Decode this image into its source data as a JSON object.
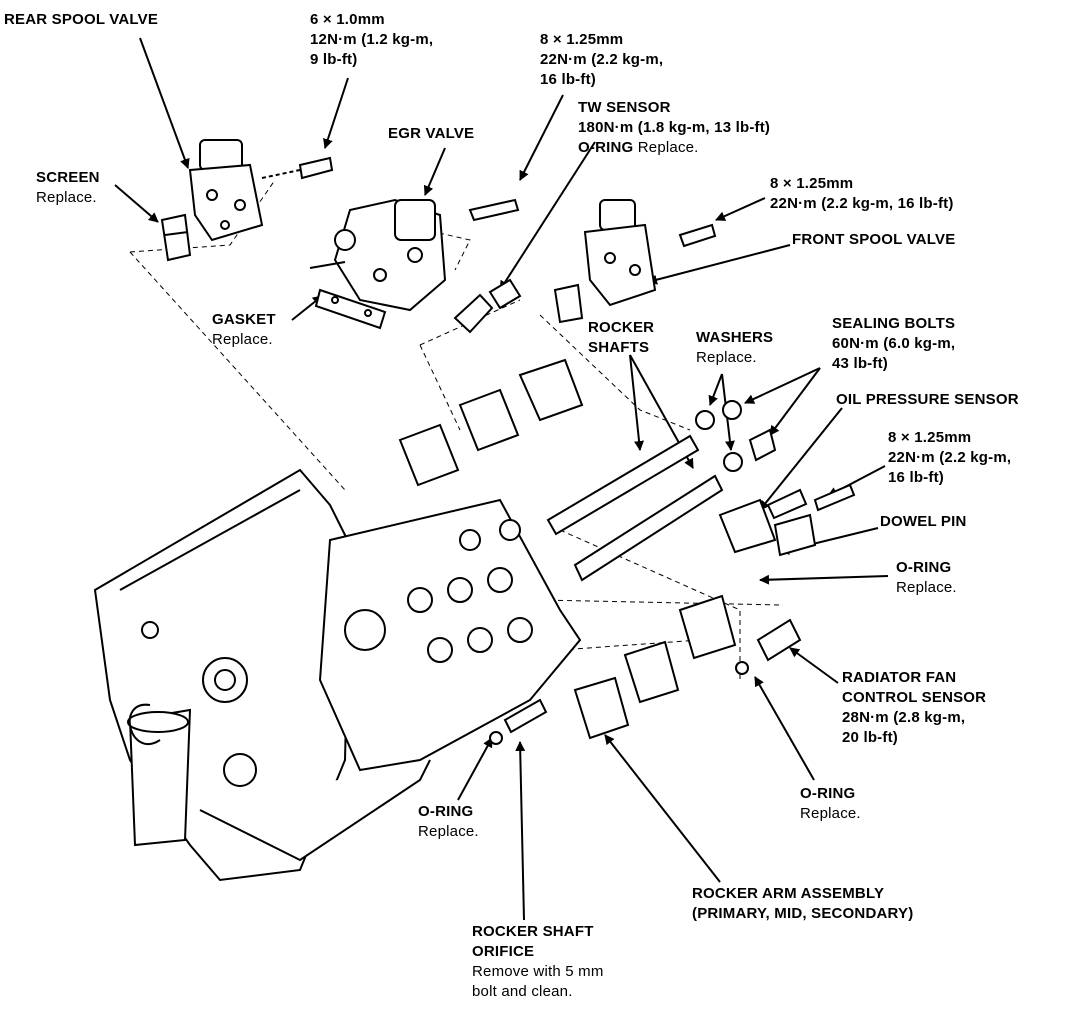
{
  "diagram": {
    "labels": {
      "rear_spool_valve": {
        "title": "REAR SPOOL VALVE"
      },
      "bolt_6x1": {
        "lines": [
          "6 × 1.0mm",
          "12N·m (1.2 kg-m,",
          "9 lb-ft)"
        ]
      },
      "bolt_8x125_top": {
        "lines": [
          "8 × 1.25mm",
          "22N·m (2.2 kg-m,",
          "16 lb-ft)"
        ]
      },
      "tw_sensor": {
        "title": "TW SENSOR",
        "torque": "180N·m (1.8 kg-m, 13 lb-ft)",
        "oring": "O-RING",
        "note": "Replace."
      },
      "egr_valve": {
        "title": "EGR VALVE"
      },
      "screen": {
        "title": "SCREEN",
        "note": "Replace."
      },
      "bolt_8x125_front": {
        "lines": [
          "8 × 1.25mm",
          "22N·m (2.2 kg-m, 16 lb-ft)"
        ]
      },
      "front_spool_valve": {
        "title": "FRONT SPOOL VALVE"
      },
      "gasket": {
        "title": "GASKET",
        "note": "Replace."
      },
      "rocker_shafts": {
        "lines": [
          "ROCKER",
          "SHAFTS"
        ]
      },
      "washers": {
        "title": "WASHERS",
        "note": "Replace."
      },
      "sealing_bolts": {
        "title": "SEALING BOLTS",
        "lines": [
          "60N·m (6.0 kg-m,",
          "43 lb-ft)"
        ]
      },
      "oil_pressure_sensor": {
        "title": "OIL PRESSURE SENSOR"
      },
      "bolt_8x125_right": {
        "lines": [
          "8 × 1.25mm",
          "22N·m (2.2 kg-m,",
          "16 lb-ft)"
        ]
      },
      "dowel_pin": {
        "title": "DOWEL PIN"
      },
      "oring_right": {
        "title": "O-RING",
        "note": "Replace."
      },
      "radiator_fan_sensor": {
        "lines": [
          "RADIATOR FAN",
          "CONTROL SENSOR",
          "28N·m (2.8 kg-m,",
          "20 lb-ft)"
        ]
      },
      "oring_lower_right": {
        "title": "O-RING",
        "note": "Replace."
      },
      "oring_lower_left": {
        "title": "O-RING",
        "note": "Replace."
      },
      "rocker_arm_assembly": {
        "lines": [
          "ROCKER ARM ASSEMBLY",
          "(PRIMARY, MID, SECONDARY)"
        ]
      },
      "rocker_shaft_orifice": {
        "lines": [
          "ROCKER SHAFT",
          "ORIFICE"
        ],
        "notes": [
          "Remove with 5 mm",
          "bolt and clean."
        ]
      }
    }
  }
}
